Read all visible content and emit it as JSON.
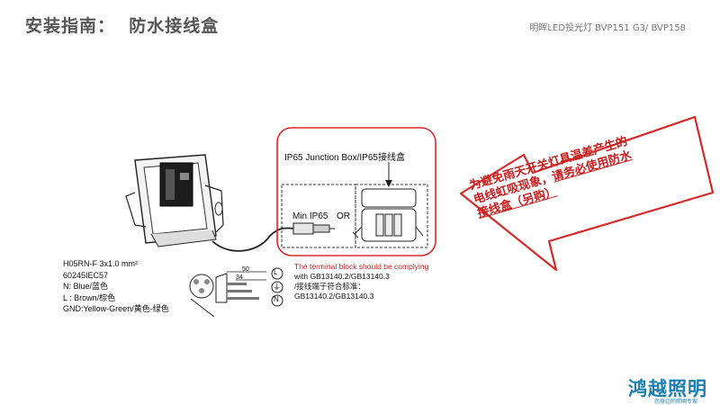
{
  "header": {
    "title": "安装指南：  防水接线盒",
    "product": "明晖LED投光灯 BVP151 G3/ BVP158"
  },
  "cable_spec": {
    "lines": [
      "H05RN-F 3x1.0 mm²",
      "60245IEC57",
      "N: Blue/蓝色",
      "L : Brown/棕色",
      "GND:Yellow-Green/黄色-绿色"
    ]
  },
  "dimensions": {
    "outer": "50",
    "inner": "34"
  },
  "terminal_symbols": [
    "L",
    "⏚",
    "N"
  ],
  "junction_box": {
    "title": "IP65 Junction Box/IP65接线盒",
    "min_ip": "Min  IP65",
    "or": "OR"
  },
  "terminal_note": {
    "line1": "The terminal block should be complying",
    "line2": "with GB13140.2/GB13140.3",
    "line3": "/接线端子符合标准：",
    "line4": "GB13140.2/GB13140.3"
  },
  "warning": {
    "line1": "为避免雨天开关灯具温差产生的",
    "line2_a": "电线虹吸现象，",
    "line2_b": "请务必使用防水",
    "line3": "接线盒（另购）"
  },
  "brand": {
    "name": "鸿越照明",
    "slogan": "您身边的照明专家"
  },
  "colors": {
    "accent_red": "#d62a2a",
    "brand_blue": "#1a7fb0"
  }
}
